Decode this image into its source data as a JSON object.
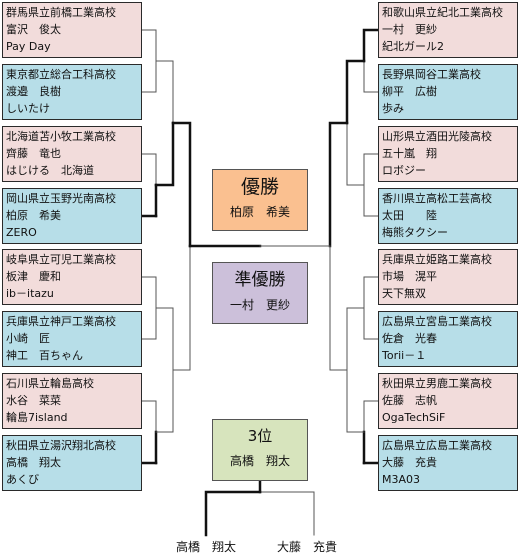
{
  "left_entries": [
    {
      "school": "群馬県立前橋工業高校",
      "name": "富沢　俊太",
      "team": "Pay  Day",
      "color": "#f2dcdb"
    },
    {
      "school": "東京都立総合工科高校",
      "name": "渡邉　良樹",
      "team": "しいたけ",
      "color": "#b7dee8"
    },
    {
      "school": "北海道苫小牧工業高校",
      "name": "齊藤　竜也",
      "team": "はじける　北海道",
      "color": "#f2dcdb"
    },
    {
      "school": "岡山県立玉野光南高校",
      "name": "柏原　希美",
      "team": "ZERO",
      "color": "#b7dee8"
    },
    {
      "school": "岐阜県立可児工業高校",
      "name": "板津　慶和",
      "team": "ib－itazu",
      "color": "#f2dcdb"
    },
    {
      "school": "兵庫県立神戸工業高校",
      "name": "小崎　匠",
      "team": "神工　百ちゃん",
      "color": "#b7dee8"
    },
    {
      "school": "石川県立輪島高校",
      "name": "水谷　菜菜",
      "team": "輪島7island",
      "color": "#f2dcdb"
    },
    {
      "school": "秋田県立湯沢翔北高校",
      "name": "高橋　翔太",
      "team": "あくび",
      "color": "#b7dee8"
    }
  ],
  "right_entries": [
    {
      "school": "和歌山県立紀北工業高校",
      "name": "一村　更紗",
      "team": "紀北ガール2",
      "color": "#f2dcdb"
    },
    {
      "school": "長野県岡谷工業高校",
      "name": "柳平　広樹",
      "team": "歩み",
      "color": "#b7dee8"
    },
    {
      "school": "山形県立酒田光陵高校",
      "name": "五十嵐　翔",
      "team": "ロボジー",
      "color": "#f2dcdb"
    },
    {
      "school": "香川県立高松工芸高校",
      "name": "太田　　陸",
      "team": "梅熊タクシー",
      "color": "#b7dee8"
    },
    {
      "school": "兵庫県立姫路工業高校",
      "name": "市場　滉平",
      "team": "天下無双",
      "color": "#f2dcdb"
    },
    {
      "school": "広島県立宮島工業高校",
      "name": "佐倉　光春",
      "team": "Torii－１",
      "color": "#b7dee8"
    },
    {
      "school": "秋田県立男鹿工業高校",
      "name": "佐藤　志帆",
      "team": "OgaTechSiF",
      "color": "#f2dcdb"
    },
    {
      "school": "広島県立広島工業高校",
      "name": "大藤　充貴",
      "team": "M3A03",
      "color": "#b7dee8"
    }
  ],
  "champion": {
    "title": "優勝",
    "name": "柏原　希美",
    "color": "#fac090"
  },
  "runner_up": {
    "title": "準優勝",
    "name": "一村　更紗",
    "color": "#ccc0da"
  },
  "third_place": {
    "title": "3位",
    "name": "高橋　翔太",
    "color": "#d7e4bd"
  },
  "third_place_match": {
    "left_name": "高橋　翔太",
    "right_name": "大藤　充貴"
  }
}
